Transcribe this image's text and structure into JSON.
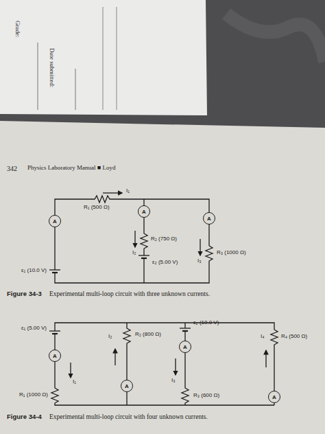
{
  "diagram": {
    "nodes": [
      {
        "text": [
          "A"
        ]
      },
      {
        "text": [
          "A"
        ]
      },
      {
        "text": [
          "A"
        ]
      },
      {
        "text": [
          "A"
        ]
      },
      {
        "text": [
          "A"
        ]
      },
      {
        "text": [
          "A"
        ]
      },
      {
        "text": [
          "A"
        ]
      }
    ],
    "labels": [
      "Grade:",
      "Date submitted:",
      "342",
      "Physics Laboratory Manual ■ Loyd",
      "I₁",
      "R₁ (500 Ω)",
      "R₂ (750 Ω)",
      "ε₁ (10.0 V)",
      "I₂",
      "I₃",
      "R₃ (1000 Ω)",
      "ε₂ (5.00 V)",
      "Figure 34-3",
      "Experimental multi-loop circuit with three unknown currents.",
      "ε₁ (5.00 V)",
      "R₂ (800 Ω)",
      "I₂",
      "ε₂ (10.0 V)",
      "I₄",
      "R₄ (500 Ω)",
      "I₁",
      "I₃",
      "R₃ (600 Ω)",
      "R₁ (1000 Ω)",
      "Figure 34-4",
      "Experimental multi-loop circuit with four unknown currents."
    ]
  }
}
